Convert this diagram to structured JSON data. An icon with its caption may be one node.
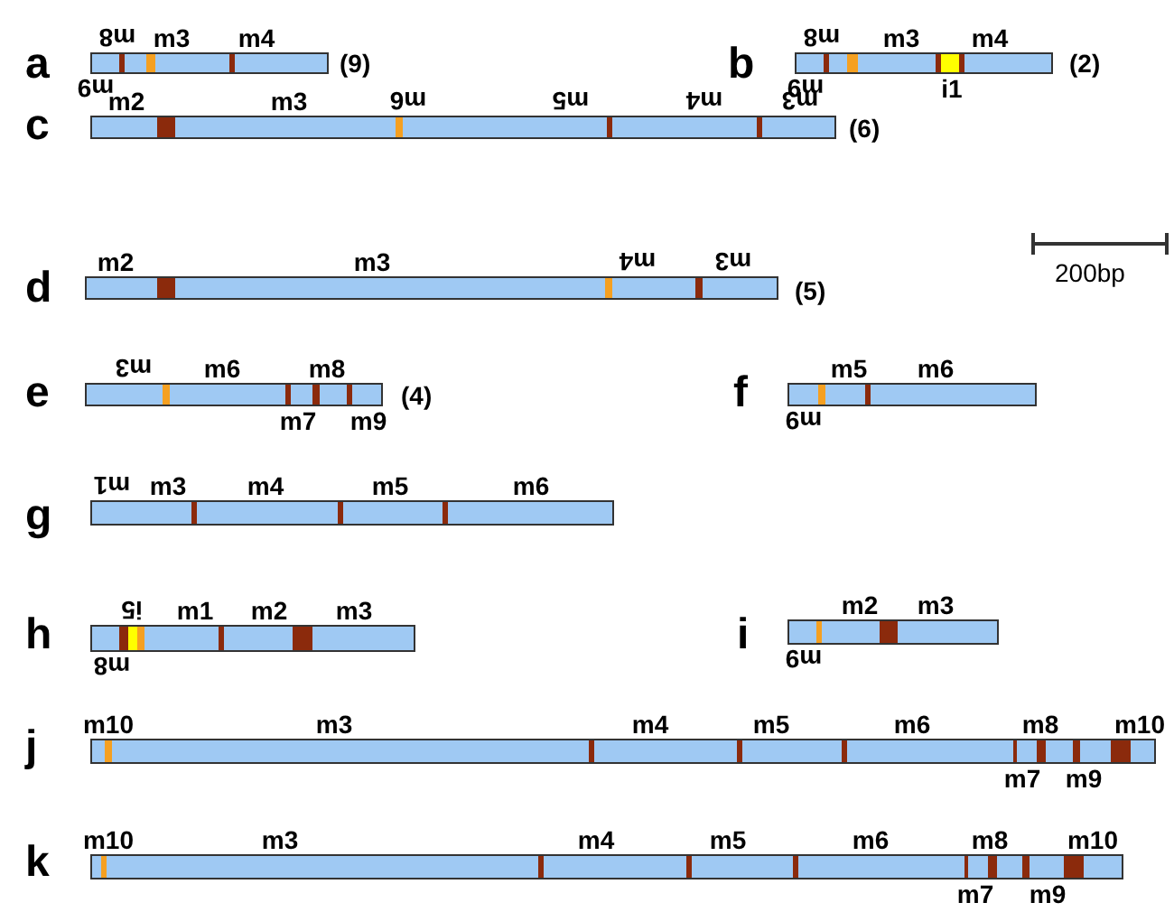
{
  "diagram": {
    "nodes": [
      {
        "text": [
          "m8",
          "m3",
          "m4",
          "m9"
        ],
        "beside": [
          "a",
          "(9)"
        ]
      },
      {
        "text": [
          "m8",
          "m3",
          "m4",
          "m9",
          "i1"
        ],
        "beside": [
          "b",
          "(2)"
        ]
      },
      {
        "text": [
          "m2",
          "m3",
          "m6",
          "m5",
          "m4",
          "m3"
        ],
        "beside": [
          "c",
          "(6)"
        ]
      },
      {
        "text": [
          "m2",
          "m3",
          "m4",
          "m3"
        ],
        "beside": [
          "d",
          "(5)"
        ]
      },
      {
        "text": [
          "m3",
          "m6",
          "m8",
          "m7",
          "m9"
        ],
        "beside": [
          "e",
          "(4)"
        ]
      },
      {
        "text": [
          "m5",
          "m6",
          "m9"
        ],
        "beside": [
          "f"
        ]
      },
      {
        "text": [
          "m1",
          "m3",
          "m4",
          "m5",
          "m6"
        ],
        "beside": [
          "g"
        ]
      },
      {
        "text": [
          "i5",
          "m1",
          "m2",
          "m3",
          "m8"
        ],
        "beside": [
          "h"
        ]
      },
      {
        "text": [
          "m2",
          "m3",
          "m9"
        ],
        "beside": [
          "i"
        ]
      },
      {
        "text": [
          "m10",
          "m3",
          "m4",
          "m5",
          "m6",
          "m8",
          "m10",
          "m7",
          "m9"
        ],
        "beside": [
          "j"
        ]
      },
      {
        "text": [
          "m10",
          "m3",
          "m4",
          "m5",
          "m6",
          "m8",
          "m10",
          "m7",
          "m9"
        ],
        "beside": [
          "k"
        ]
      }
    ],
    "labels": [
      "200bp"
    ]
  }
}
